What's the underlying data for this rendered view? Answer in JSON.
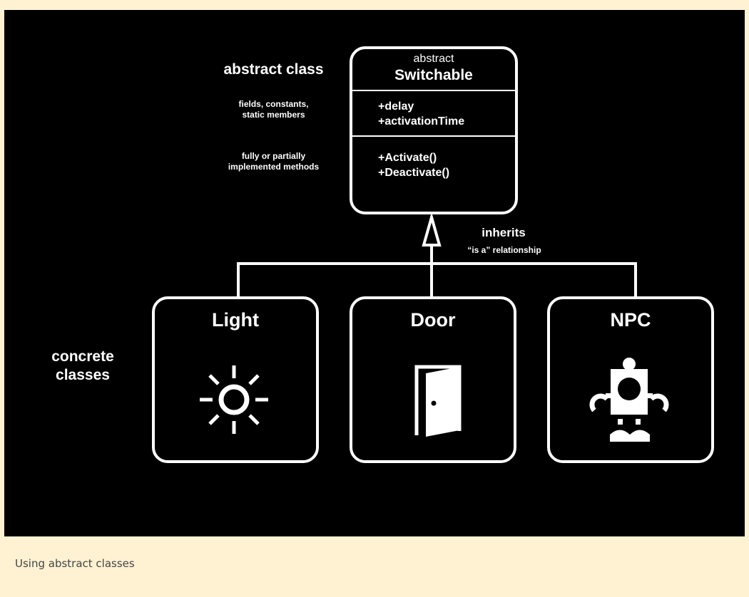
{
  "diagram": {
    "abstract_label": "abstract class",
    "fields_label": "fields, constants,\nstatic members",
    "methods_label": "fully or partially\nimplemented methods",
    "base_class": {
      "stereotype": "abstract",
      "name": "Switchable",
      "fields": [
        "+delay",
        "+activationTime"
      ],
      "methods": [
        "+Activate()",
        "+Deactivate()"
      ]
    },
    "inherits_label": "inherits",
    "relationship_label": "“is a” relationship",
    "concrete_label": "concrete\nclasses",
    "concrete_classes": [
      {
        "name": "Light",
        "icon": "sun-icon"
      },
      {
        "name": "Door",
        "icon": "door-icon"
      },
      {
        "name": "NPC",
        "icon": "robot-icon"
      }
    ]
  },
  "caption": "Using abstract classes",
  "colors": {
    "page_bg": "#fff2d3",
    "figure_bg": "#000000",
    "line": "#ffffff",
    "caption": "#444444"
  }
}
